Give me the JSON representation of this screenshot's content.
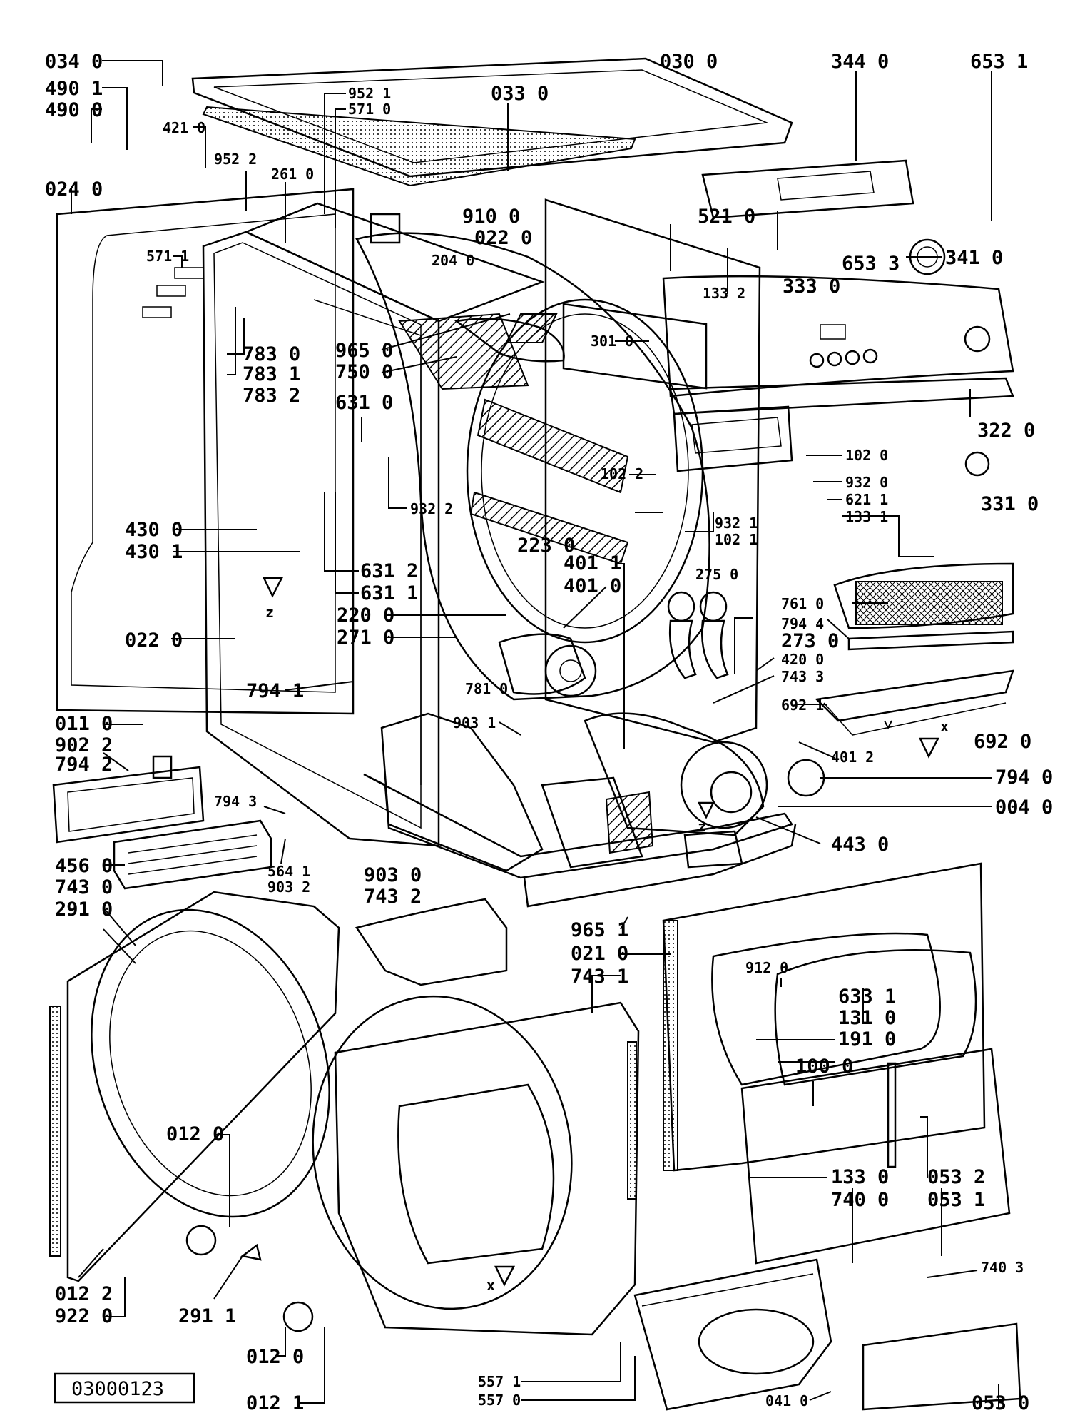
{
  "part_numbers": [
    "034 0",
    "490 1",
    "490 0",
    "024 0",
    "421 0",
    "952 2",
    "261 0",
    "952 1",
    "571 0",
    "033 0",
    "030 0",
    "344 0",
    "653 1",
    "571 1",
    "910 0",
    "022 0",
    "204 0",
    "521 0",
    "653 3",
    "333 0",
    "341 0",
    "133 2",
    "301 0",
    "783 0",
    "783 1",
    "783 2",
    "965 0",
    "750 0",
    "631 0",
    "322 0",
    "102 0",
    "102 2",
    "932 2",
    "932 0",
    "621 1",
    "133 1",
    "331 0",
    "430 0",
    "430 1",
    "631 2",
    "631 1",
    "223 0",
    "932 1",
    "102 1",
    "401 1",
    "401 0",
    "220 0",
    "271 0",
    "275 0",
    "761 0",
    "794 4",
    "273 0",
    "420 0",
    "743 3",
    "022 0",
    "794 1",
    "781 0",
    "903 1",
    "692 1",
    "401 2",
    "692 0",
    "011 0",
    "902 2",
    "794 2",
    "794 0",
    "004 0",
    "794 3",
    "443 0",
    "456 0",
    "564 1",
    "903 2",
    "903 0",
    "743 2",
    "743 0",
    "291 0",
    "965 1",
    "021 0",
    "743 1",
    "912 0",
    "633 1",
    "131 0",
    "191 0",
    "100 0",
    "012 0",
    "133 0",
    "740 0",
    "053 2",
    "053 1",
    "012 2",
    "922 0",
    "291 1",
    "740 3",
    "012 0",
    "012 1",
    "557 1",
    "557 0",
    "041 0",
    "053 0"
  ],
  "diagram_code": "03000123",
  "axis_markers": [
    "z",
    "z",
    "x",
    "x"
  ]
}
